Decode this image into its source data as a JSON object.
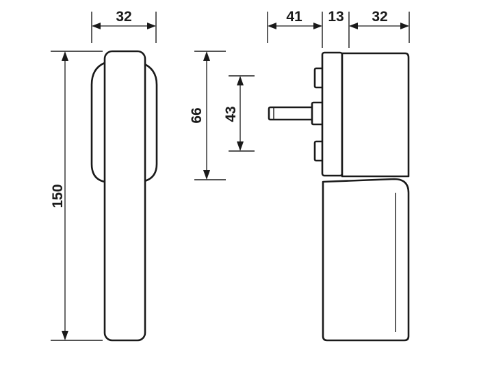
{
  "dimensions": {
    "front_width": "32",
    "front_height": "150",
    "side_projection": "41",
    "side_plate": "13",
    "side_width": "32",
    "rose_height": "66",
    "screw_spacing": "43"
  },
  "colors": {
    "line": "#1a1a1a",
    "background": "#ffffff"
  }
}
